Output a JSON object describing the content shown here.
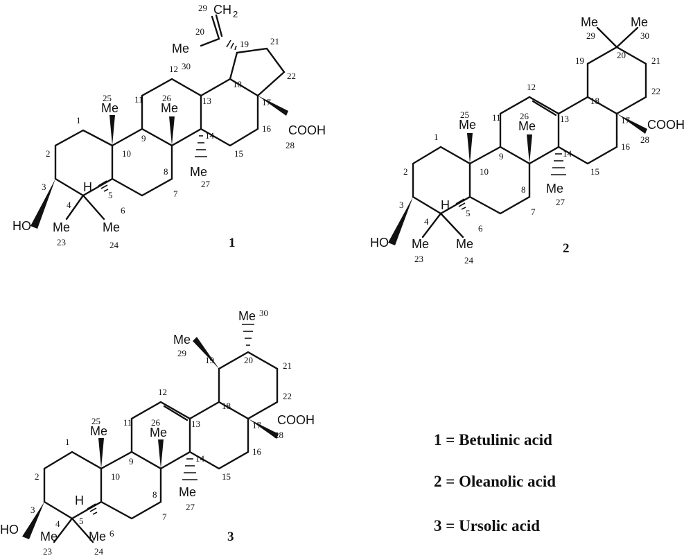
{
  "compounds": [
    {
      "id": "1",
      "locants": [
        "1",
        "2",
        "3",
        "4",
        "5",
        "6",
        "7",
        "8",
        "9",
        "10",
        "11",
        "12",
        "13",
        "14",
        "15",
        "16",
        "17",
        "18",
        "19",
        "20",
        "21",
        "22",
        "23",
        "24",
        "25",
        "26",
        "27",
        "28",
        "29",
        "30"
      ],
      "groups": {
        "oh": "HO",
        "h": "H",
        "cooh": "COOH",
        "me": "Me",
        "ch2": "CH",
        "ch2_sub": "2"
      }
    },
    {
      "id": "2",
      "locants": [
        "1",
        "2",
        "3",
        "4",
        "5",
        "6",
        "7",
        "8",
        "9",
        "10",
        "11",
        "12",
        "13",
        "14",
        "15",
        "16",
        "17",
        "18",
        "19",
        "20",
        "21",
        "22",
        "23",
        "24",
        "25",
        "26",
        "27",
        "28",
        "29",
        "30"
      ],
      "groups": {
        "oh": "HO",
        "h": "H",
        "cooh": "COOH",
        "me": "Me"
      }
    },
    {
      "id": "3",
      "locants": [
        "1",
        "2",
        "3",
        "4",
        "5",
        "6",
        "7",
        "8",
        "9",
        "10",
        "11",
        "12",
        "13",
        "14",
        "15",
        "16",
        "17",
        "18",
        "19",
        "20",
        "21",
        "22",
        "23",
        "24",
        "25",
        "26",
        "27",
        "28",
        "29",
        "30"
      ],
      "groups": {
        "oh": "HO",
        "h": "H",
        "cooh": "COOH",
        "me": "Me"
      }
    }
  ],
  "legend": [
    {
      "number": "1",
      "equals": "=",
      "name": "Betulinic acid"
    },
    {
      "number": "2",
      "equals": "=",
      "name": "Oleanolic acid"
    },
    {
      "number": "3",
      "equals": "=",
      "name": "Ursolic acid"
    }
  ]
}
